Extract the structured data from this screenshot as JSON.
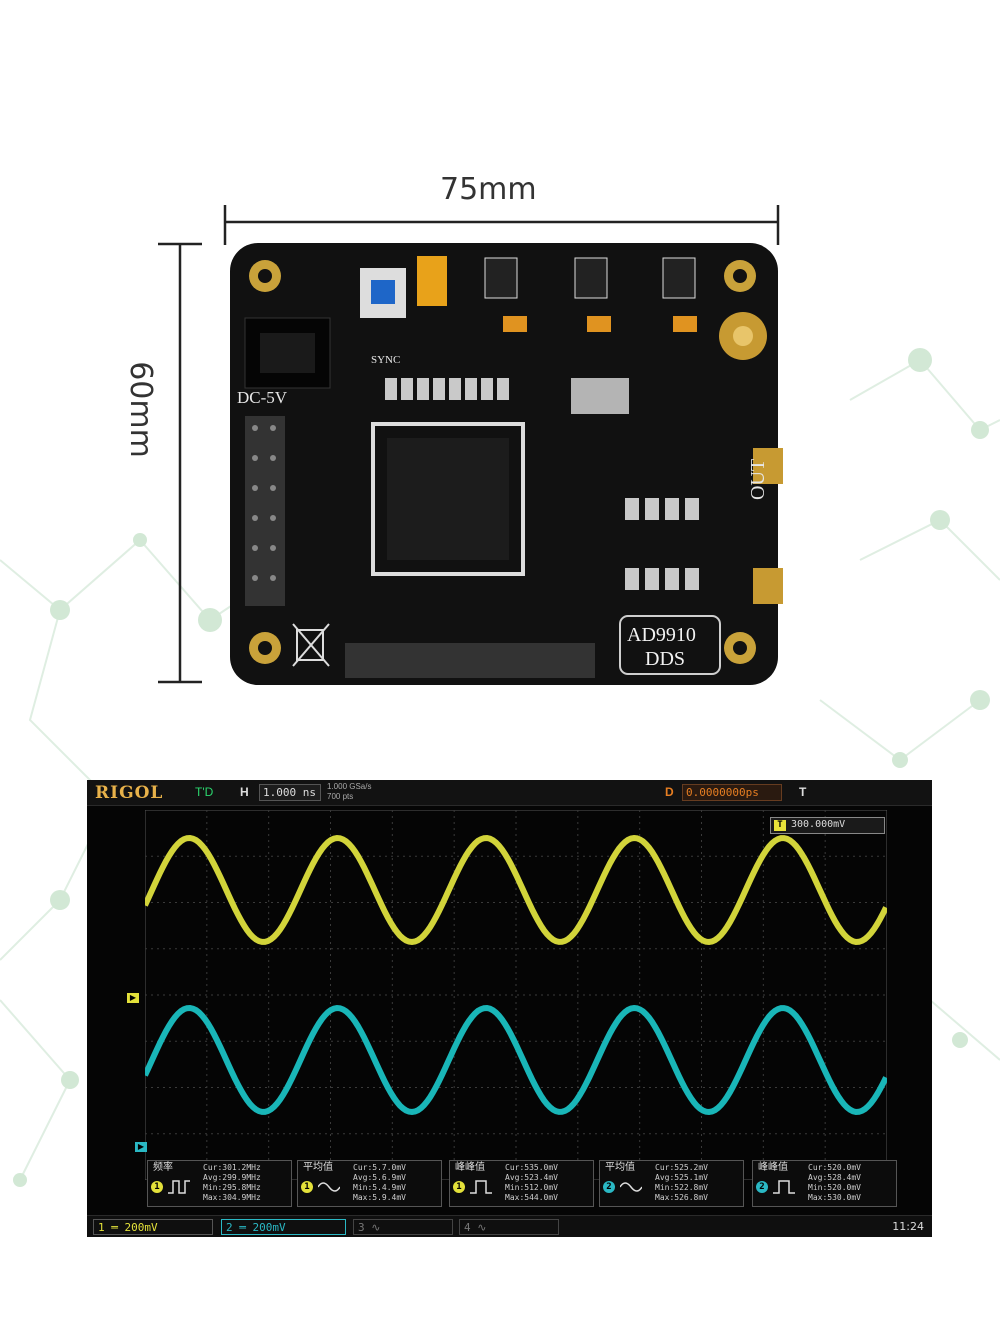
{
  "dimensions": {
    "width_label": "75mm",
    "height_label": "60mm"
  },
  "board": {
    "power_label": "DC-5V",
    "sync_label": "SYNC",
    "output_label": "OUT",
    "model_label": "AD9910",
    "type_label": "DDS",
    "chip_color": "#1c1c1c",
    "pcb_color": "#111111"
  },
  "scope": {
    "brand": "RIGOL",
    "mode": "T'D",
    "h_label": "H",
    "timebase": "1.000 ns",
    "sample_rate": "1.000 GSa/s",
    "points": "700 pts",
    "d_label": "D",
    "delay": "0.0000000ps",
    "t_label": "T",
    "trigger_level": "300.000mV",
    "clock": "11:24",
    "ch1_color": "#d2d43a",
    "ch2_color": "#19b6b8",
    "measurements": [
      {
        "name": "频率",
        "channel": "1",
        "cur": "Cur:301.2MHz",
        "avg": "Avg:299.9MHz",
        "min": "Min:295.8MHz",
        "max": "Max:304.9MHz",
        "color": "#e3e13a"
      },
      {
        "name": "平均值",
        "channel": "1",
        "cur": "Cur:5.7.0mV",
        "avg": "Avg:5.6.9mV",
        "min": "Min:5.4.9mV",
        "max": "Max:5.9.4mV",
        "color": "#e3e13a"
      },
      {
        "name": "峰峰值",
        "channel": "1",
        "cur": "Cur:535.0mV",
        "avg": "Avg:523.4mV",
        "min": "Min:512.0mV",
        "max": "Max:544.0mV",
        "color": "#e3e13a"
      },
      {
        "name": "平均值",
        "channel": "2",
        "cur": "Cur:525.2mV",
        "avg": "Avg:525.1mV",
        "min": "Min:522.8mV",
        "max": "Max:526.8mV",
        "color": "#2ab8c4"
      },
      {
        "name": "峰峰值",
        "channel": "2",
        "cur": "Cur:520.0mV",
        "avg": "Avg:528.4mV",
        "min": "Min:520.0mV",
        "max": "Max:530.0mV",
        "color": "#2ab8c4"
      }
    ],
    "channels": [
      {
        "label": "1  ═ 200mV"
      },
      {
        "label": "2  ═ 200mV"
      },
      {
        "label": "3  ∿"
      },
      {
        "label": "4  ∿"
      }
    ]
  }
}
